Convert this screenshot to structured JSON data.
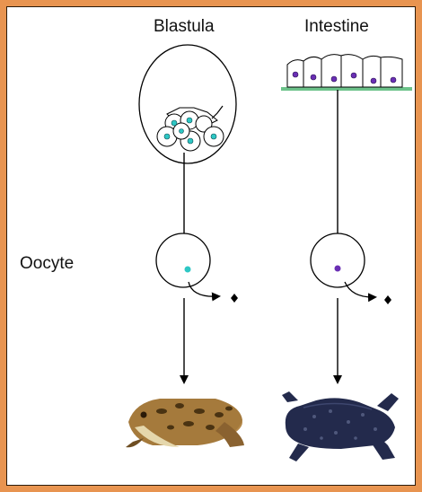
{
  "labels": {
    "blastula": "Blastula",
    "intestine": "Intestine",
    "oocyte": "Oocyte"
  },
  "colors": {
    "background_border": "#e89450",
    "blastula_nucleus": "#2ec7c4",
    "intestine_nucleus": "#6a2fb4",
    "basement_membrane": "#6cc28a",
    "arrows": "#000000"
  },
  "images": {
    "left_result": "normal-frog-picture",
    "right_result": "abnormal-frog-picture"
  }
}
